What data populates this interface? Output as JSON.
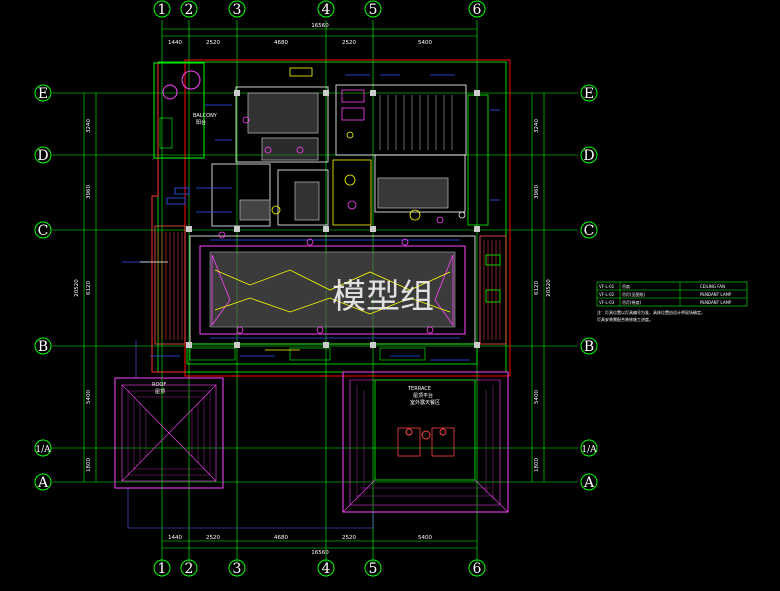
{
  "axes": {
    "numbers": [
      "1",
      "2",
      "3",
      "4",
      "5",
      "6"
    ],
    "letters": [
      "E",
      "D",
      "C",
      "B",
      "1/A",
      "A"
    ]
  },
  "dims": {
    "top": [
      "1440",
      "2520",
      "4680",
      "2520",
      "5400"
    ],
    "top_total": "16560",
    "bottom": [
      "1440",
      "2520",
      "4680",
      "2520",
      "5400"
    ],
    "bottom_total": "16560",
    "left": [
      "3240",
      "3960",
      "6120",
      "5400",
      "1800"
    ],
    "left_total": "20520",
    "right": [
      "3240",
      "3960",
      "6120",
      "5400",
      "1800"
    ],
    "right_total": "20520"
  },
  "labels": {
    "balcony_en": "BALCONY",
    "balcony_cn": "阳台",
    "roof_en": "ROOF",
    "roof_cn": "屋顶",
    "terrace_en": "TERRACE",
    "terrace_cn": "屋顶平台",
    "terrace_note": "室外露天餐区"
  },
  "legend": {
    "rows": [
      {
        "code": "VF-L-01",
        "cn": "吊扇",
        "en": "CEILING FAN"
      },
      {
        "code": "VF-L-02",
        "cn": "吊灯(见图纸)",
        "en": "PENDANT LAMP"
      },
      {
        "code": "VF-L-03",
        "cn": "吊灯(带扇)",
        "en": "PENDANT LAMP"
      }
    ],
    "notes": [
      "注：灯具位置以灯具编号为准，具体位置由设计师现场确定。",
      "灯具安装需配合装修施工进度。"
    ]
  },
  "watermark": "模型组"
}
